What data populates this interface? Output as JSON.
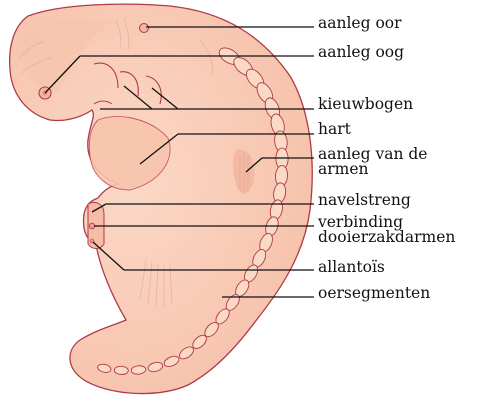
{
  "colors": {
    "skin": "#f9c9b4",
    "skin_light": "#fbd9c7",
    "outline": "#b03a48",
    "shade": "#e6a18e",
    "leader": "#111111"
  },
  "labels": {
    "ear": "aanleg oor",
    "eye": "aanleg oog",
    "gill_arches": "kieuwbogen",
    "heart": "hart",
    "arms_line1": "aanleg van de",
    "arms_line2": "armen",
    "umbilical_cord": "navelstreng",
    "yolk_line1": "verbinding",
    "yolk_line2": "dooierzakdarmen",
    "allantois": "allantoïs",
    "somites": "oersegmenten"
  }
}
